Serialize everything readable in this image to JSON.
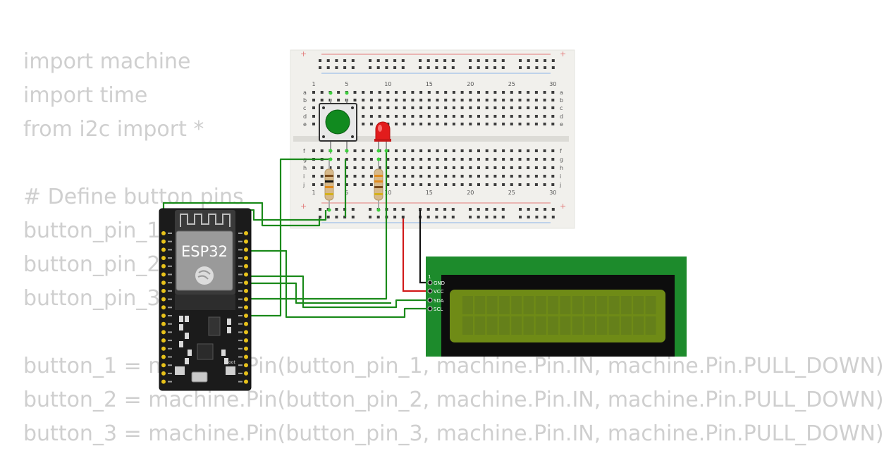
{
  "code": {
    "lines": [
      "import machine",
      "import time",
      "from i2c import *",
      "",
      "# Define button pins",
      "button_pin_1",
      "button_pin_2",
      "button_pin_3",
      "",
      "",
      "button_1 = machine.Pin(button_pin_1, machine.Pin.IN, machine.Pin.PULL_DOWN)",
      "button_2 = machine.Pin(button_pin_2, machine.Pin.IN, machine.Pin.PULL_DOWN)",
      "button_3 = machine.Pin(button_pin_3, machine.Pin.IN, machine.Pin.PULL_DOWN)"
    ]
  },
  "breadboard": {
    "col_labels": [
      "1",
      "5",
      "10",
      "15",
      "20",
      "25",
      "30"
    ],
    "row_labels_top": [
      "a",
      "b",
      "c",
      "d",
      "e"
    ],
    "row_labels_bottom": [
      "f",
      "g",
      "h",
      "i",
      "j"
    ],
    "plus": "+",
    "minus": "-"
  },
  "esp32": {
    "label": "ESP32",
    "boot": "Boot"
  },
  "lcd": {
    "pins": [
      "GND",
      "VCC",
      "SDA",
      "SCL"
    ],
    "pin1_marker": "1"
  },
  "colors": {
    "wire_green": "#1a8a1a",
    "wire_red": "#d11a1a",
    "wire_black": "#111111",
    "lcd_pcb": "#1d8b2c",
    "lcd_screen": "#6f8b16",
    "breadboard": "#f1f0ec",
    "code_text": "#cfcfcf"
  }
}
